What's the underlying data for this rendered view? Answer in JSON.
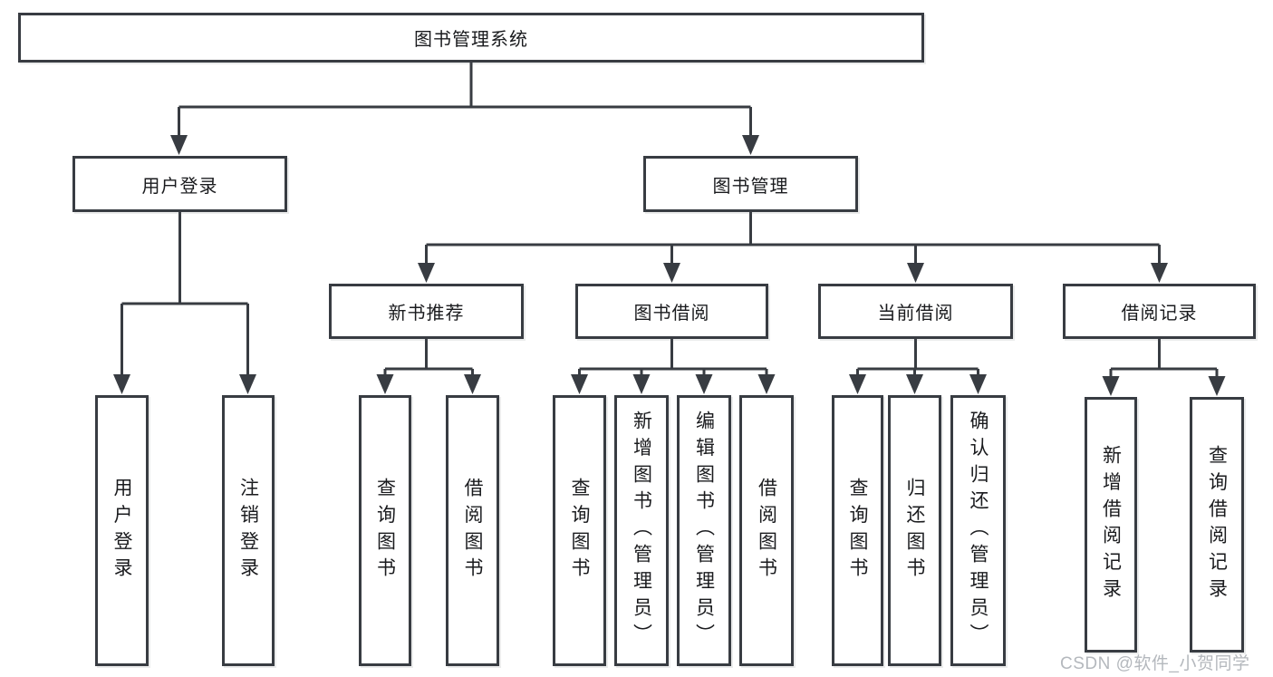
{
  "diagram": {
    "title": "图书管理系统",
    "colors": {
      "line": "#383c42",
      "text": "#1a1b1e",
      "background": "#ffffff",
      "watermark": "#b4b8bd"
    },
    "tree": {
      "label": "图书管理系统",
      "children": [
        {
          "label": "用户登录",
          "children": [
            {
              "label": "用户登录"
            },
            {
              "label": "注销登录"
            }
          ]
        },
        {
          "label": "图书管理",
          "children": [
            {
              "label": "新书推荐",
              "children": [
                {
                  "label": "查询图书"
                },
                {
                  "label": "借阅图书"
                }
              ]
            },
            {
              "label": "图书借阅",
              "children": [
                {
                  "label": "查询图书"
                },
                {
                  "label": "新增图书（管理员）"
                },
                {
                  "label": "编辑图书（管理员）"
                },
                {
                  "label": "借阅图书"
                }
              ]
            },
            {
              "label": "当前借阅",
              "children": [
                {
                  "label": "查询图书"
                },
                {
                  "label": "归还图书"
                },
                {
                  "label": "确认归还（管理员）"
                }
              ]
            },
            {
              "label": "借阅记录",
              "children": [
                {
                  "label": "新增借阅记录"
                },
                {
                  "label": "查询借阅记录"
                }
              ]
            }
          ]
        }
      ]
    },
    "watermark": "CSDN @软件_小贺同学"
  }
}
